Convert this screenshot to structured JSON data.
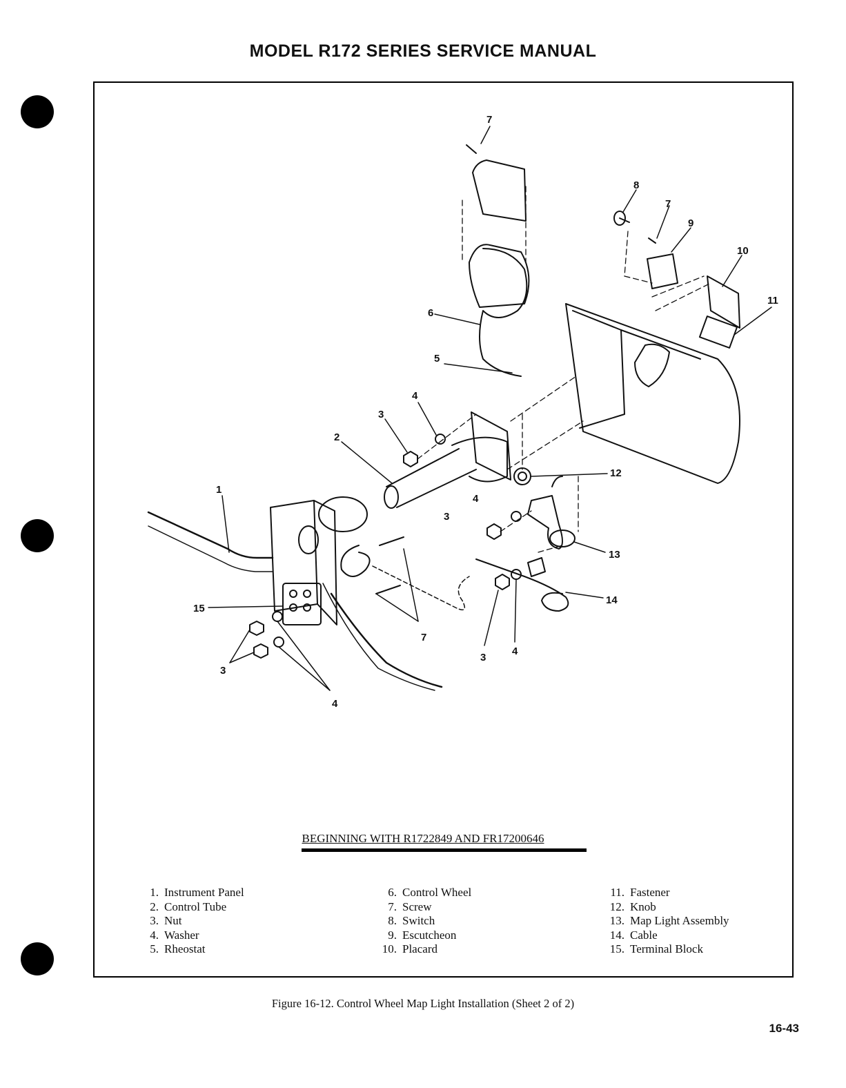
{
  "header": {
    "title": "MODEL R172 SERIES SERVICE MANUAL"
  },
  "figure": {
    "callouts": [
      "1",
      "2",
      "3",
      "4",
      "5",
      "6",
      "7",
      "8",
      "9",
      "10",
      "11",
      "12",
      "13",
      "14",
      "15"
    ],
    "effectivity": "BEGINNING WITH R1722849 AND FR17200646"
  },
  "legend": {
    "col1": [
      {
        "num": "1.",
        "label": "Instrument Panel"
      },
      {
        "num": "2.",
        "label": "Control Tube"
      },
      {
        "num": "3.",
        "label": "Nut"
      },
      {
        "num": "4.",
        "label": "Washer"
      },
      {
        "num": "5.",
        "label": "Rheostat"
      }
    ],
    "col2": [
      {
        "num": "6.",
        "label": "Control Wheel"
      },
      {
        "num": "7.",
        "label": "Screw"
      },
      {
        "num": "8.",
        "label": "Switch"
      },
      {
        "num": "9.",
        "label": "Escutcheon"
      },
      {
        "num": "10.",
        "label": "Placard"
      }
    ],
    "col3": [
      {
        "num": "11.",
        "label": "Fastener"
      },
      {
        "num": "12.",
        "label": "Knob"
      },
      {
        "num": "13.",
        "label": "Map Light Assembly"
      },
      {
        "num": "14.",
        "label": "Cable"
      },
      {
        "num": "15.",
        "label": "Terminal Block"
      }
    ]
  },
  "caption": "Figure 16-12.  Control Wheel Map Light Installation (Sheet 2 of 2)",
  "page_number": "16-43"
}
